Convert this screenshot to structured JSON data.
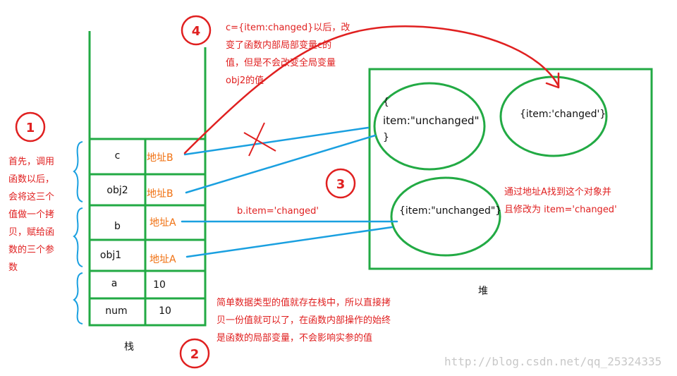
{
  "stack": {
    "label": "栈",
    "rows": [
      {
        "name": "c",
        "value": "地址B"
      },
      {
        "name": "obj2",
        "value": "地址B"
      },
      {
        "name": "b",
        "value": "地址A"
      },
      {
        "name": "obj1",
        "value": "地址A"
      },
      {
        "name": "a",
        "value": "10"
      },
      {
        "name": "num",
        "value": "10"
      }
    ]
  },
  "heap": {
    "label": "堆",
    "obj_unchanged_top_open": "{",
    "obj_unchanged_top_body": "item:\"unchanged\"",
    "obj_unchanged_top_close": "}",
    "obj_changed": "{item:'changed'}",
    "obj_unchanged_bottom": "{item:\"unchanged\"}"
  },
  "markers": {
    "m1": "1",
    "m2": "2",
    "m3": "3",
    "m4": "4"
  },
  "notes": {
    "note1": [
      "首先，调用",
      "函数以后，",
      "会将这三个",
      "值做一个拷",
      "贝，赋给函",
      "数的三个参",
      "数"
    ],
    "note2": [
      "简单数据类型的值就存在栈中，所以直接拷",
      "贝一份值就可以了，在函数内部操作的始终",
      "是函数的局部变量，不会影响实参的值"
    ],
    "note3": [
      "通过地址A找到这个对象并",
      "且修改为 item='changed'"
    ],
    "note4": [
      "c={item:changed}以后，改",
      "变了函数内部局部变量c的",
      "值，但是不会改变全局变量",
      "obj2的值"
    ],
    "b_item": "b.item='changed'"
  },
  "watermark": "http://blog.csdn.net/qq_25324335",
  "colors": {
    "red": "#e02020",
    "green": "#22aa44",
    "blue": "#1aa0e0",
    "orange": "#f07010"
  }
}
